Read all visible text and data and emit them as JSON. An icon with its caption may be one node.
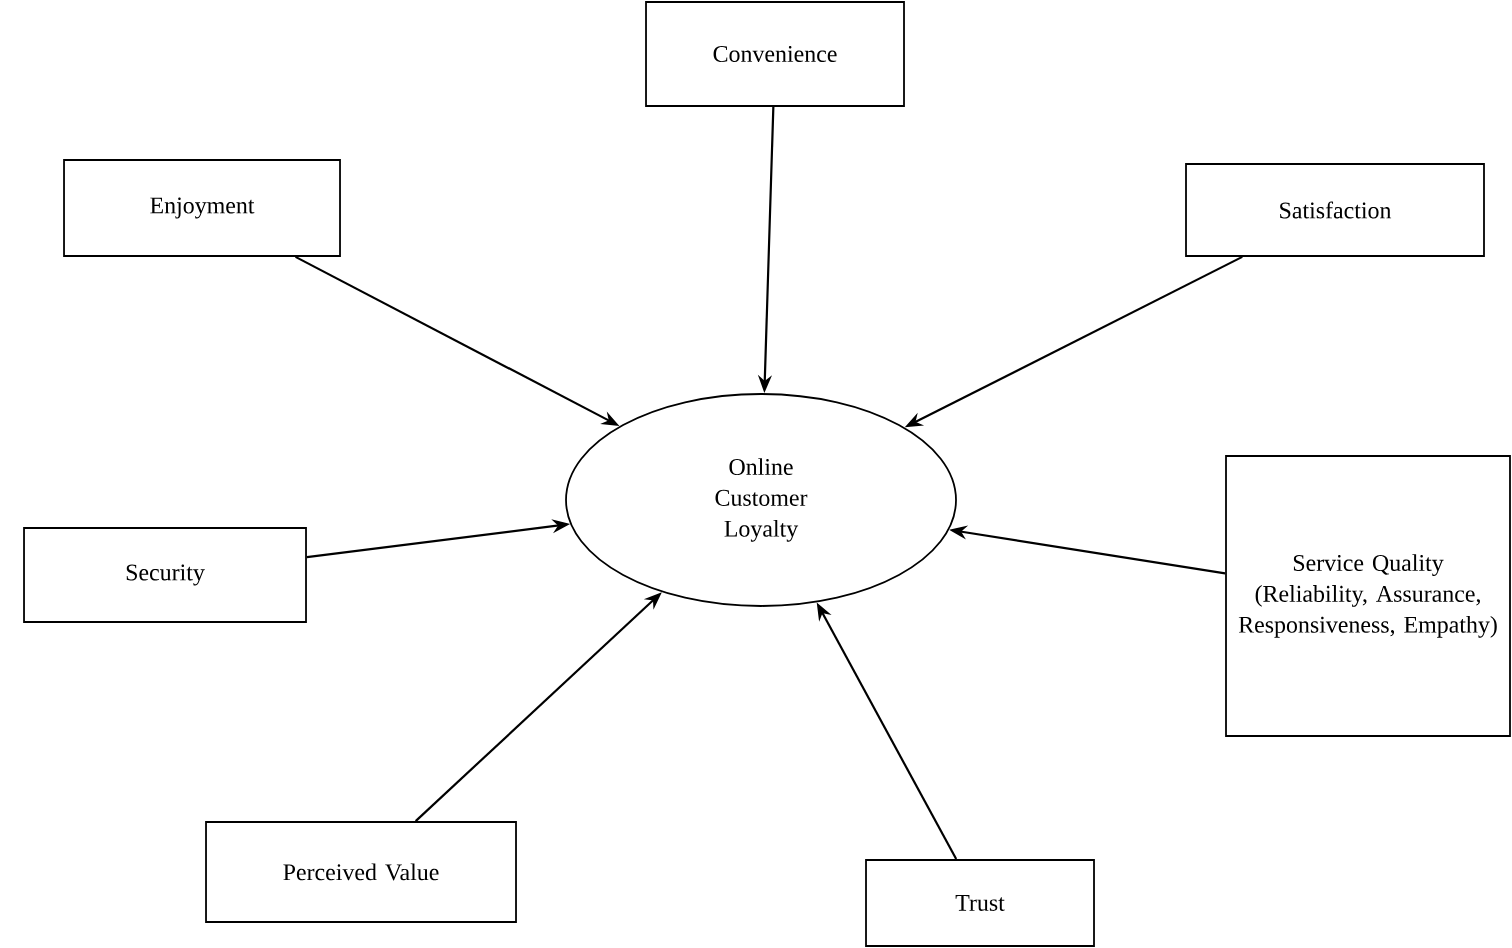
{
  "diagram": {
    "nodes": [
      {
        "text": [
          "Convenience"
        ]
      },
      {
        "text": [
          "Enjoyment"
        ]
      },
      {
        "text": [
          "Satisfaction"
        ]
      },
      {
        "text": [
          "Online Customer Loyalty"
        ]
      },
      {
        "text": [
          "Security"
        ]
      },
      {
        "text": [
          "Service Quality (Reliability, Assurance, Responsiveness, Empathy)"
        ]
      },
      {
        "text": [
          "Perceived Value"
        ]
      },
      {
        "text": [
          "Trust"
        ]
      }
    ],
    "edges": [
      {
        "from": 0,
        "to": 3,
        "arrow": "to"
      },
      {
        "from": 1,
        "to": 3,
        "arrow": "to"
      },
      {
        "from": 2,
        "to": 3,
        "arrow": "to"
      },
      {
        "from": 4,
        "to": 3,
        "arrow": "to"
      },
      {
        "from": 5,
        "to": 3,
        "arrow": "to"
      },
      {
        "from": 6,
        "to": 3,
        "arrow": "to"
      },
      {
        "from": 7,
        "to": 3,
        "arrow": "to"
      }
    ]
  }
}
